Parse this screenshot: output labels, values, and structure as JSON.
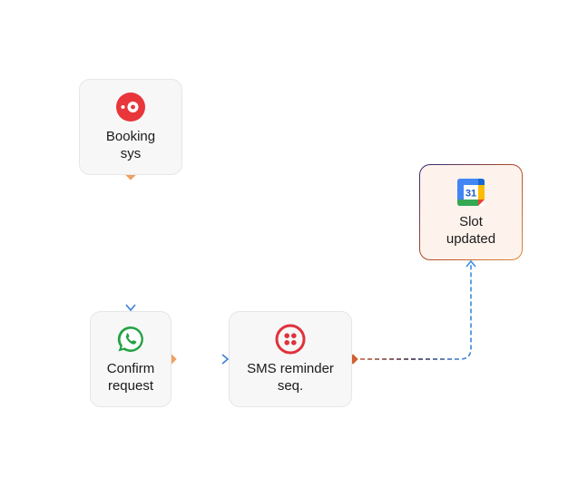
{
  "diagram": {
    "nodes": [
      {
        "id": "booking",
        "label": "Booking\nsys",
        "icon": "opentable-icon"
      },
      {
        "id": "confirm",
        "label": "Confirm\nrequest",
        "icon": "whatsapp-icon"
      },
      {
        "id": "sms",
        "label": "SMS reminder\nseq.",
        "icon": "twilio-icon"
      },
      {
        "id": "slot",
        "label": "Slot\nupdated",
        "icon": "google-calendar-icon",
        "calendar_day": "31"
      }
    ],
    "edges": [
      {
        "from": "booking",
        "to": "confirm"
      },
      {
        "from": "confirm",
        "to": "sms"
      },
      {
        "from": "sms",
        "to": "slot"
      }
    ],
    "colors": {
      "opentable": "#e8363b",
      "whatsapp": "#25a244",
      "twilio": "#e0313b",
      "edge_start": "#f0a060",
      "edge_dark": "#2a1a3a",
      "edge_end": "#3a7fd8",
      "highlight_bg": "#fdf3ec"
    }
  }
}
